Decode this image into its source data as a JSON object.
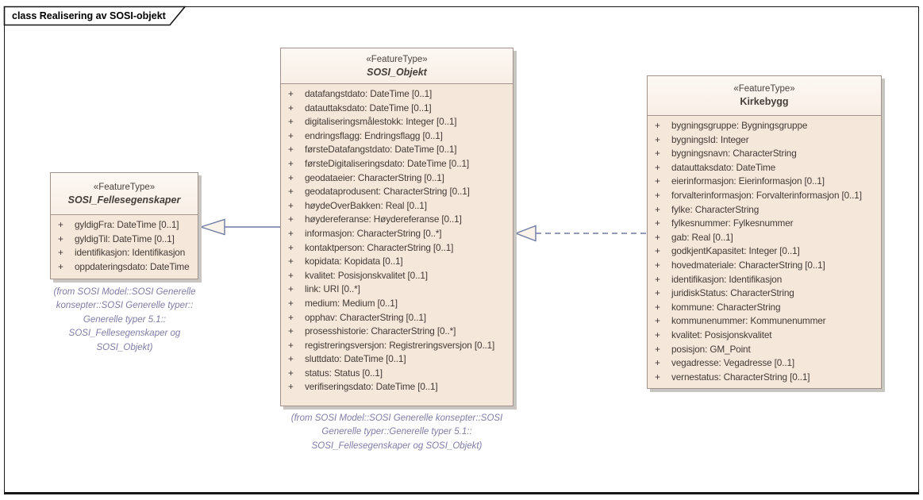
{
  "frame": {
    "title": "class Realisering av SOSI-objekt"
  },
  "colors": {
    "box_fill": "#f5e8db",
    "box_header_fill": "#fdf8f3",
    "box_border": "#a3918b",
    "connector": "#6e7ba3",
    "note_text": "#7d7da8",
    "frame_border": "#161616"
  },
  "classes": [
    {
      "stereotype": "«FeatureType»",
      "name": "SOSI_Fellesegenskaper",
      "abstract": true,
      "attributes": [
        {
          "vis": "+",
          "sig": "gyldigFra: DateTime [0..1]"
        },
        {
          "vis": "+",
          "sig": "gyldigTil: DateTime [0..1]"
        },
        {
          "vis": "+",
          "sig": "identifikasjon: Identifikasjon"
        },
        {
          "vis": "+",
          "sig": "oppdateringsdato: DateTime"
        }
      ],
      "note_lines": [
        "(from SOSI Model::SOSI Generelle",
        "konsepter::SOSI Generelle typer::",
        "Generelle typer 5.1::",
        "SOSI_Fellesegenskaper og",
        "SOSI_Objekt)"
      ]
    },
    {
      "stereotype": "«FeatureType»",
      "name": "SOSI_Objekt",
      "abstract": true,
      "attributes": [
        {
          "vis": "+",
          "sig": "datafangstdato: DateTime [0..1]"
        },
        {
          "vis": "+",
          "sig": "datauttaksdato: DateTime [0..1]"
        },
        {
          "vis": "+",
          "sig": "digitaliseringsmålestokk: Integer [0..1]"
        },
        {
          "vis": "+",
          "sig": "endringsflagg: Endringsflagg [0..1]"
        },
        {
          "vis": "+",
          "sig": "førsteDatafangstdato: DateTime [0..1]"
        },
        {
          "vis": "+",
          "sig": "førsteDigitaliseringsdato: DateTime [0..1]"
        },
        {
          "vis": "+",
          "sig": "geodataeier: CharacterString [0..1]"
        },
        {
          "vis": "+",
          "sig": "geodataprodusent: CharacterString [0..1]"
        },
        {
          "vis": "+",
          "sig": "høydeOverBakken: Real [0..1]"
        },
        {
          "vis": "+",
          "sig": "høydereferanse: Høydereferanse [0..1]"
        },
        {
          "vis": "+",
          "sig": "informasjon: CharacterString [0..*]"
        },
        {
          "vis": "+",
          "sig": "kontaktperson: CharacterString [0..1]"
        },
        {
          "vis": "+",
          "sig": "kopidata: Kopidata [0..1]"
        },
        {
          "vis": "+",
          "sig": "kvalitet: Posisjonskvalitet [0..1]"
        },
        {
          "vis": "+",
          "sig": "link: URI [0..*]"
        },
        {
          "vis": "+",
          "sig": "medium: Medium [0..1]"
        },
        {
          "vis": "+",
          "sig": "opphav: CharacterString [0..1]"
        },
        {
          "vis": "+",
          "sig": "prosesshistorie: CharacterString [0..*]"
        },
        {
          "vis": "+",
          "sig": "registreringsversjon: Registreringsversjon [0..1]"
        },
        {
          "vis": "+",
          "sig": "sluttdato: DateTime [0..1]"
        },
        {
          "vis": "+",
          "sig": "status: Status [0..1]"
        },
        {
          "vis": "+",
          "sig": "verifiseringsdato: DateTime [0..1]"
        }
      ],
      "note_lines": [
        "(from SOSI Model::SOSI Generelle konsepter::SOSI",
        "Generelle typer::Generelle typer 5.1::",
        "SOSI_Fellesegenskaper og SOSI_Objekt)"
      ]
    },
    {
      "stereotype": "«FeatureType»",
      "name": "Kirkebygg",
      "abstract": false,
      "attributes": [
        {
          "vis": "+",
          "sig": "bygningsgruppe: Bygningsgruppe"
        },
        {
          "vis": "+",
          "sig": "bygningsId: Integer"
        },
        {
          "vis": "+",
          "sig": "bygningsnavn: CharacterString"
        },
        {
          "vis": "+",
          "sig": "datauttaksdato: DateTime"
        },
        {
          "vis": "+",
          "sig": "eierinformasjon: Eierinformasjon [0..1]"
        },
        {
          "vis": "+",
          "sig": "forvalterinformasjon: Forvalterinformasjon [0..1]"
        },
        {
          "vis": "+",
          "sig": "fylke: CharacterString"
        },
        {
          "vis": "+",
          "sig": "fylkesnummer: Fylkesnummer"
        },
        {
          "vis": "+",
          "sig": "gab: Real [0..1]"
        },
        {
          "vis": "+",
          "sig": "godkjentKapasitet: Integer [0..1]"
        },
        {
          "vis": "+",
          "sig": "hovedmateriale: CharacterString [0..1]"
        },
        {
          "vis": "+",
          "sig": "identifikasjon: Identifikasjon"
        },
        {
          "vis": "+",
          "sig": "juridiskStatus: CharacterString"
        },
        {
          "vis": "+",
          "sig": "kommune: CharacterString"
        },
        {
          "vis": "+",
          "sig": "kommunenummer: Kommunenummer"
        },
        {
          "vis": "+",
          "sig": "kvalitet: Posisjonskvalitet"
        },
        {
          "vis": "+",
          "sig": "posisjon: GM_Point"
        },
        {
          "vis": "+",
          "sig": "vegadresse: Vegadresse [0..1]"
        },
        {
          "vis": "+",
          "sig": "vernestatus: CharacterString [0..1]"
        }
      ],
      "note_lines": []
    }
  ],
  "connectors": [
    {
      "type": "generalization",
      "from": "SOSI_Objekt",
      "to": "SOSI_Fellesegenskaper",
      "style": "solid"
    },
    {
      "type": "realization",
      "from": "Kirkebygg",
      "to": "SOSI_Objekt",
      "style": "dashed"
    }
  ]
}
